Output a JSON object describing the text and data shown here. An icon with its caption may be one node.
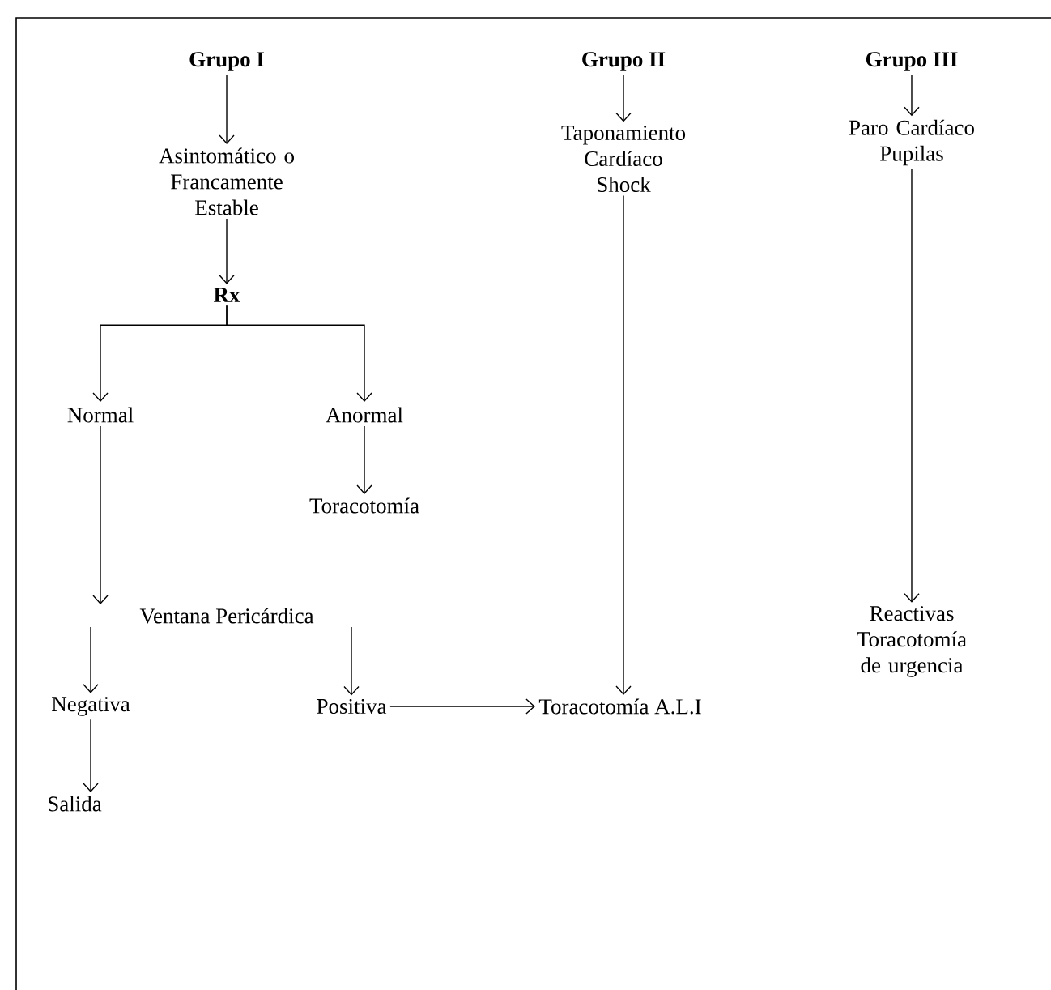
{
  "diagram": {
    "nodes": [
      {
        "text": [
          "Grupo I"
        ]
      },
      {
        "text": [
          "Asintomático o Francamente Estable"
        ]
      },
      {
        "text": [
          "Rx"
        ]
      },
      {
        "text": [
          "Normal"
        ]
      },
      {
        "text": [
          "Anormal"
        ]
      },
      {
        "text": [
          "Toracotomía"
        ]
      },
      {
        "text": [
          "Ventana Pericárdica"
        ]
      },
      {
        "text": [
          "Negativa"
        ]
      },
      {
        "text": [
          "Positiva"
        ]
      },
      {
        "text": [
          "Toracotomía A.L.I"
        ]
      },
      {
        "text": [
          "Salida"
        ]
      },
      {
        "text": [
          "Grupo II"
        ]
      },
      {
        "text": [
          "Taponamiento Cardíaco Shock"
        ]
      },
      {
        "text": [
          "Grupo III"
        ]
      },
      {
        "text": [
          "Paro Cardíaco Pupilas"
        ]
      },
      {
        "text": [
          "Reactivas Toracotomía de urgencia"
        ]
      }
    ],
    "edges": [
      {
        "from": 0,
        "to": 1,
        "arrow": "to"
      },
      {
        "from": 1,
        "to": 2,
        "arrow": "to"
      },
      {
        "from": 2,
        "to": 3,
        "arrow": "to"
      },
      {
        "from": 2,
        "to": 4,
        "arrow": "to"
      },
      {
        "from": 4,
        "to": 5,
        "arrow": "to"
      },
      {
        "from": 3,
        "to": 6,
        "arrow": "to"
      },
      {
        "from": 6,
        "to": 7,
        "arrow": "to"
      },
      {
        "from": 6,
        "to": 8,
        "arrow": "to"
      },
      {
        "from": 7,
        "to": 10,
        "arrow": "to"
      },
      {
        "from": 8,
        "to": 9,
        "arrow": "to"
      },
      {
        "from": 11,
        "to": 12,
        "arrow": "to"
      },
      {
        "from": 12,
        "to": 9,
        "arrow": "to"
      },
      {
        "from": 13,
        "to": 14,
        "arrow": "to"
      },
      {
        "from": 14,
        "to": 15,
        "arrow": "to"
      }
    ]
  }
}
